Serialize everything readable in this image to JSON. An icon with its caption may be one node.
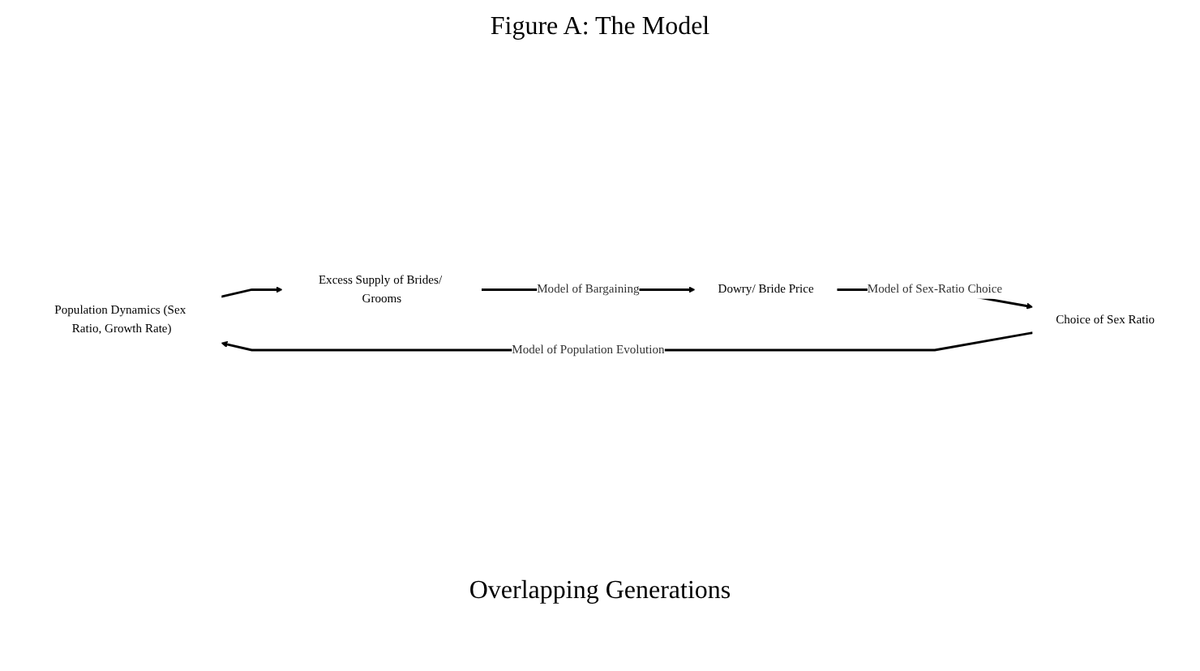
{
  "diagram": {
    "title": "Figure A: The Model",
    "nodes": [
      {
        "text": [
          "Population Dynamics (Sex Ratio, Growth Rate)"
        ]
      },
      {
        "text": [
          "Excess Supply of Brides/ Grooms"
        ]
      },
      {
        "text": [
          "Dowry/ Bride Price"
        ]
      },
      {
        "text": [
          "Choice of Sex Ratio"
        ]
      }
    ],
    "edges": [
      {
        "from": 0,
        "to": 1,
        "arrow": "to"
      },
      {
        "from": 1,
        "to": 2,
        "arrow": "to",
        "label": "Model of Bargaining"
      },
      {
        "from": 2,
        "to": 3,
        "arrow": "to",
        "label": "Model of Sex-Ratio Choice"
      },
      {
        "from": 3,
        "to": 0,
        "arrow": "to",
        "label": "Model of Population Evolution"
      }
    ],
    "labels": [
      "Overlapping Generations"
    ]
  }
}
